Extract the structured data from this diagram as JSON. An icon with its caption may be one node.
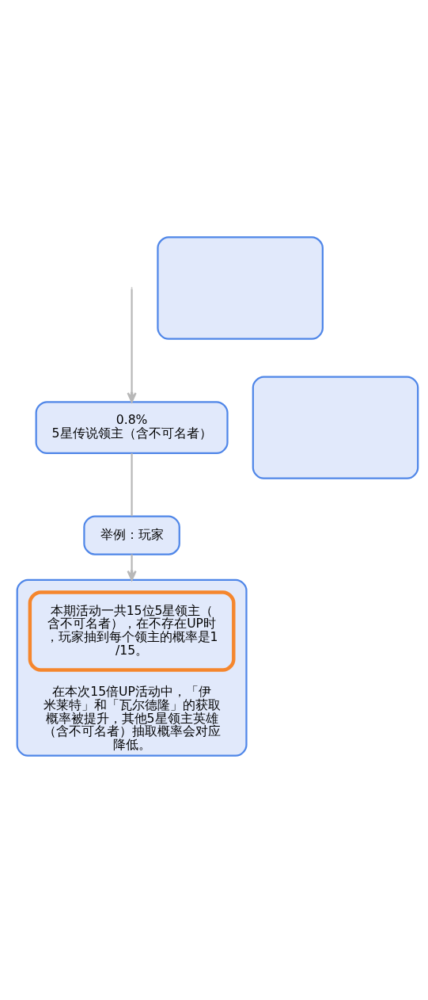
{
  "diagram": {
    "nodes": [
      {
        "text": [
          "0.8% 5星传说领主（含不可名者）"
        ]
      },
      {
        "text": [],
        "shape": "box"
      },
      {
        "text": [
          "举例：玩家"
        ]
      },
      {
        "text": [
          "在本次15倍UP活动中，「伊米莱特」和「瓦尔德隆」的获取概率被提升，其他5星领主英雄（含不可名者）抽取概率会对应降低。"
        ]
      },
      {
        "text": [
          "本期活动一共15位5星领主（含不可名者），在不存在UP时，玩家抽到每个领主的概率是1/15。"
        ],
        "in": 3
      },
      {
        "text": [],
        "shape": "box"
      }
    ],
    "edges": [
      {
        "from": null,
        "to": 0,
        "arrow": "to"
      },
      {
        "from": 0,
        "to": 2,
        "arrow": "none"
      },
      {
        "from": 2,
        "to": 3,
        "arrow": "to"
      }
    ]
  }
}
